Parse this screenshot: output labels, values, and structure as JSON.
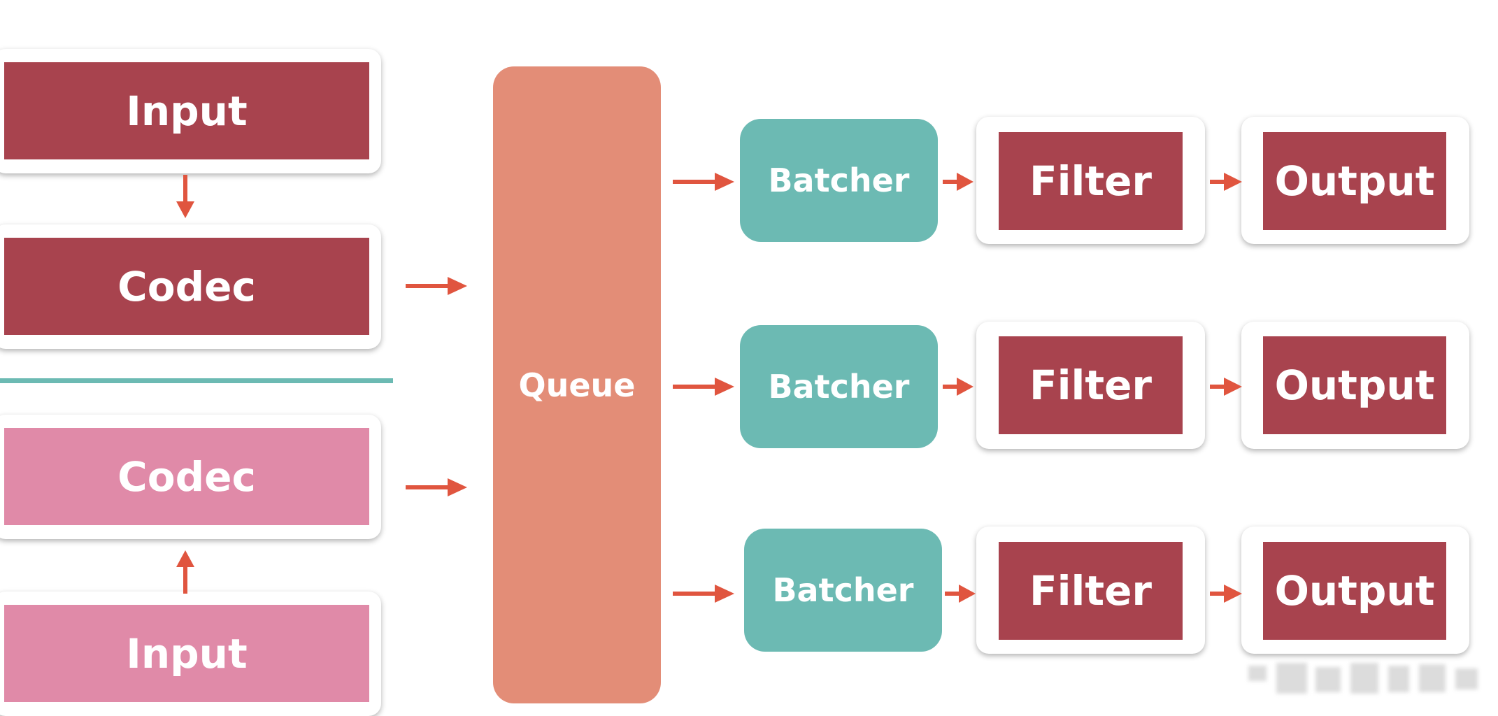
{
  "colors": {
    "input_codec_primary": "#a8434e",
    "input_codec_secondary": "#e08aa8",
    "queue": "#e38d77",
    "batcher": "#6cbab3",
    "arrow": "#e0553f",
    "divider": "#6cbab3"
  },
  "left": {
    "upper": {
      "input": "Input",
      "codec": "Codec"
    },
    "lower": {
      "codec": "Codec",
      "input": "Input"
    }
  },
  "queue": "Queue",
  "pipelines": [
    {
      "batcher": "Batcher",
      "filter": "Filter",
      "output": "Output"
    },
    {
      "batcher": "Batcher",
      "filter": "Filter",
      "output": "Output"
    },
    {
      "batcher": "Batcher",
      "filter": "Filter",
      "output": "Output"
    }
  ]
}
